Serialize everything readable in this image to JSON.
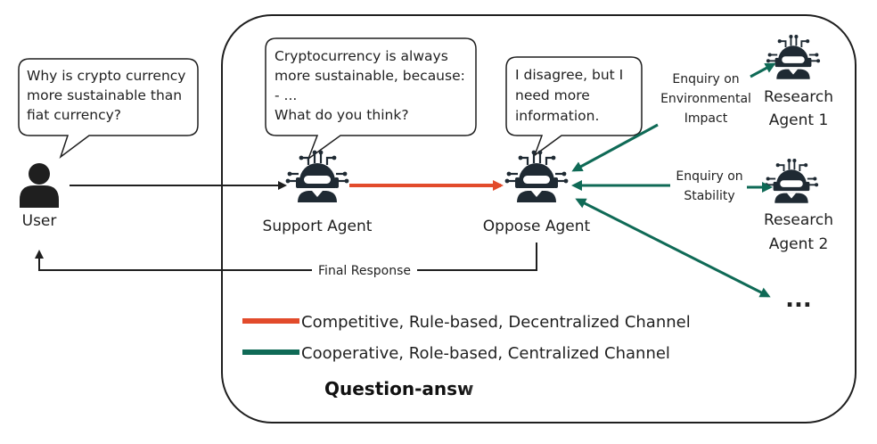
{
  "user": {
    "label": "User",
    "question": [
      "Why is crypto currency",
      "more sustainable than",
      "fiat currency?"
    ]
  },
  "support_agent": {
    "label": "Support Agent",
    "message": [
      "Cryptocurrency is always",
      "more sustainable, because:",
      "- ...",
      "What do you think?"
    ]
  },
  "oppose_agent": {
    "label": "Oppose Agent",
    "message": [
      "I disagree, but I",
      "need more",
      "information."
    ]
  },
  "research_agents": [
    {
      "label": [
        "Research",
        "Agent 1"
      ],
      "enquiry": [
        "Enquiry on",
        "Environmental",
        "Impact"
      ]
    },
    {
      "label": [
        "Research",
        "Agent 2"
      ],
      "enquiry": [
        "Enquiry on",
        "Stability"
      ]
    }
  ],
  "more_agents": "...",
  "final_response": "Final Response",
  "legend": [
    {
      "label": "Competitive, Rule-based, Decentralized Channel",
      "color": "#e24b2b"
    },
    {
      "label": "Cooperative, Role-based, Centralized Channel",
      "color": "#0f6a56"
    }
  ],
  "title": "Question-answ",
  "colors": {
    "competitive": "#e24b2b",
    "cooperative": "#0f6a56",
    "icon": "#1f2a33",
    "line": "#1f1f1f"
  }
}
